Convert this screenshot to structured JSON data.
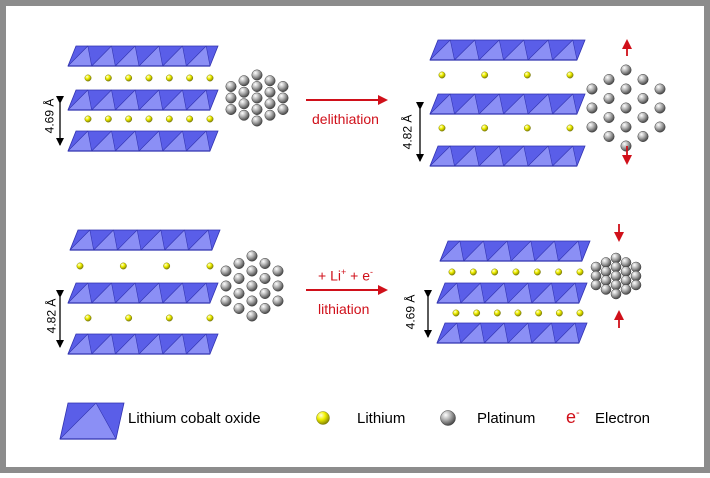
{
  "panels": [
    {
      "id": "top-left",
      "distance_label": "4.69 Å"
    },
    {
      "id": "top-right",
      "distance_label": "4.82 Å"
    },
    {
      "id": "bottom-left",
      "distance_label": "4.82 Å"
    },
    {
      "id": "bottom-right",
      "distance_label": "4.69 Å"
    }
  ],
  "reactions": {
    "top": {
      "label": "delithiation"
    },
    "bottom": {
      "reagents": "+ Li",
      "reagents_sup": "+",
      "reagents_tail": " + e",
      "reagents_tail_sup": "-",
      "label": "lithiation"
    }
  },
  "legend": {
    "lco": "Lithium cobalt oxide",
    "li": "Lithium",
    "pt": "Platinum",
    "e_symbol": "e",
    "e_sup": "-",
    "e_label": "Electron"
  },
  "colors": {
    "lco_fill": "#5a5ee8",
    "lco_light": "#8b8ff5",
    "lco_dark": "#3234b0",
    "lithium": "#f0f000",
    "platinum": "#8a8a8a",
    "arrow_red": "#d0101a",
    "frame": "#8c8c8c"
  }
}
